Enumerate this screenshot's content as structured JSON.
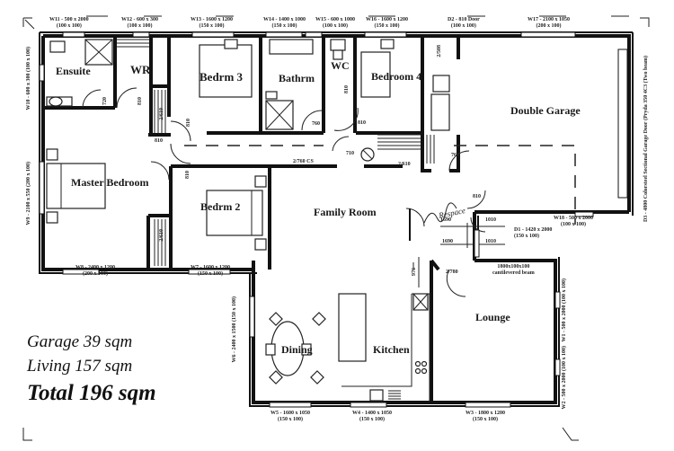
{
  "plan": {
    "rooms": [
      {
        "id": "ensuite",
        "label": "Ensuite"
      },
      {
        "id": "wr",
        "label": "WR"
      },
      {
        "id": "bedrm3",
        "label": "Bedrm 3"
      },
      {
        "id": "bathrm",
        "label": "Bathrm"
      },
      {
        "id": "wc",
        "label": "WC"
      },
      {
        "id": "bedroom4",
        "label": "Bedroom 4"
      },
      {
        "id": "double_garage",
        "label": "Double Garage"
      },
      {
        "id": "master_bedroom",
        "label": "Master Bedroom"
      },
      {
        "id": "bedrm2",
        "label": "Bedrm 2"
      },
      {
        "id": "family_room",
        "label": "Family Room"
      },
      {
        "id": "dining",
        "label": "Dining"
      },
      {
        "id": "kitchen",
        "label": "Kitchen"
      },
      {
        "id": "lounge",
        "label": "Lounge"
      }
    ],
    "windows": [
      {
        "id": "W11",
        "spec": "W11 - 500 x 2000",
        "frame": "(100 x 100)"
      },
      {
        "id": "W12",
        "spec": "W12 - 600 x 300",
        "frame": "(100 x 100)"
      },
      {
        "id": "W13",
        "spec": "W13 - 1600 x 1200",
        "frame": "(150 x 100)"
      },
      {
        "id": "W14",
        "spec": "W14 - 1400 x 1000",
        "frame": "(150 x 100)"
      },
      {
        "id": "W15",
        "spec": "W15 - 600 x 1000",
        "frame": "(100 x 100)"
      },
      {
        "id": "W16",
        "spec": "W16 - 1600 x 1200",
        "frame": "(150 x 100)"
      },
      {
        "id": "D2",
        "spec": "D2 - 810 Door",
        "frame": "(100 x 100)"
      },
      {
        "id": "W17",
        "spec": "W17 - 2100 x 1050",
        "frame": "(200 x 100)"
      },
      {
        "id": "W10",
        "spec": "W10 - 600 x 300",
        "frame": "(100 x 100)"
      },
      {
        "id": "W9",
        "spec": "W9 - 2100 x 550",
        "frame": "(200 x 100)"
      },
      {
        "id": "W8",
        "spec": "W8 - 2400 x 1200",
        "frame": "(200 x 100)"
      },
      {
        "id": "W7",
        "spec": "W7 - 1600 x 1200",
        "frame": "(150 x 100)"
      },
      {
        "id": "W6",
        "spec": "W6 - 2400 x 1500",
        "frame": "(150 x 100)"
      },
      {
        "id": "W18",
        "spec": "W18 - 500 x 2000",
        "frame": "(100 x 100)"
      },
      {
        "id": "D1",
        "spec": "D1 - 1420 x 2000",
        "frame": "(150 x 100)"
      },
      {
        "id": "W5",
        "spec": "W5 - 1600 x 1050",
        "frame": "(150 x 100)"
      },
      {
        "id": "W4",
        "spec": "W4 - 1400 x 1050",
        "frame": "(150 x 100)"
      },
      {
        "id": "W3",
        "spec": "W3 - 1800 x 1200",
        "frame": "(150 x 100)"
      },
      {
        "id": "W1",
        "spec": "W1 - 500 x 2000",
        "frame": "(100 x 100)"
      },
      {
        "id": "W2",
        "spec": "W2 - 500 x 2000",
        "frame": "(100 x 100)"
      }
    ],
    "garage_door": {
      "spec": "D3 - 4800 Colorsteel Sectional Garage Door",
      "note": "(Pryda 350 4C3 (Two beam)"
    },
    "beam_note": {
      "line1": "1800x100x100",
      "line2": "cantilevered beam"
    },
    "doors": {
      "ensuite": "720",
      "wr": "810",
      "linen_1": "2/610",
      "hall_1": "810",
      "hall_2": "810",
      "bath": "760",
      "wc": "810",
      "cs": "2/760 CS",
      "laundry": "710",
      "linen_2": "2/610",
      "garage": "760",
      "bedrm2": "810",
      "linen_3": "2/610",
      "bed4_robe": "2/508",
      "lounge": "2/780",
      "ensuite_robe": "2/610",
      "garage_entry": "810"
    },
    "dims": {
      "d1": "1690",
      "d2": "1010",
      "d3": "1690",
      "d4": "1010",
      "d5": "976"
    },
    "handwritten": "Respace"
  },
  "areas": {
    "garage": "Garage 39 sqm",
    "living": "Living 157 sqm",
    "total": "Total 196 sqm"
  }
}
